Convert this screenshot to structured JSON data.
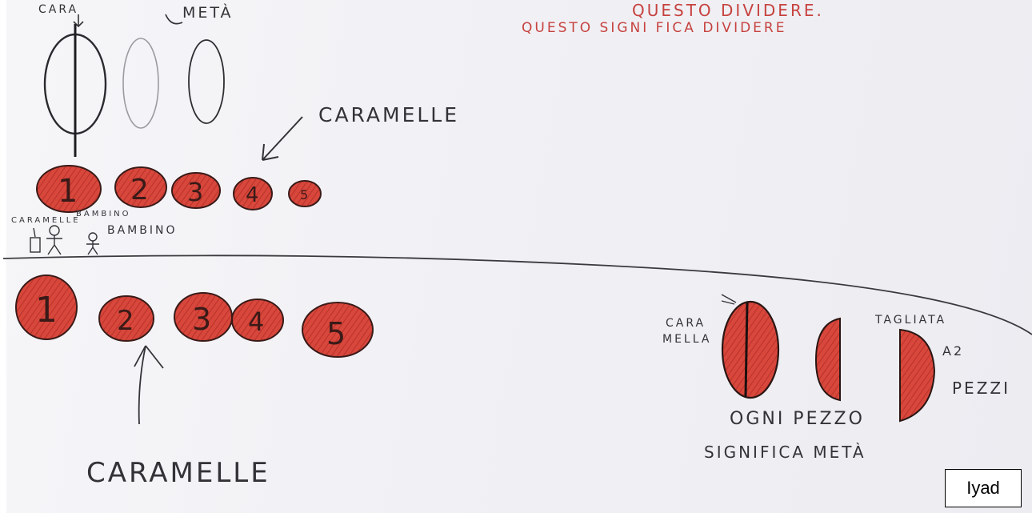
{
  "colors": {
    "paper": "#f2f2f6",
    "pencil": "#333337",
    "red_pencil": "#c6423f",
    "candy_fill": "#d8473c"
  },
  "top_section": {
    "red_header_line1": "QUESTO DIVIDERE.",
    "red_header_line2": "QUESTO SIGNI FICA DIVIDERE",
    "label_cara": "CARA",
    "label_meta": "METÀ",
    "label_caramelle": "CARAMELLE",
    "candies": [
      "1",
      "2",
      "3",
      "4",
      "5"
    ],
    "figure_label_caramelle": "CARAMELLE",
    "figure_label_bambino_small": "BAMBINO",
    "figure_label_bambino": "BAMBINO"
  },
  "bottom_section": {
    "candies": [
      "1",
      "2",
      "3",
      "4",
      "5"
    ],
    "label_caramelle": "CARAMELLE",
    "label_caramella_line1": "CARA",
    "label_caramella_line2": "MELLA",
    "label_tagliata_line1": "TAGLIATA",
    "label_tagliata_line2": "A2",
    "label_tagliata_line3": "PEZZI",
    "caption_line1": "OGNI PEZZO",
    "caption_line2": "SIGNIFICA METÀ"
  },
  "name_box": {
    "text": "Iyad"
  }
}
